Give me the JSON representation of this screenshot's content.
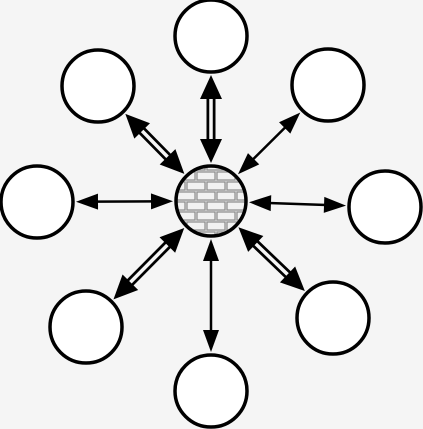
{
  "diagram": {
    "hub": {
      "pattern": "brick-wall",
      "fill": "#e6e6e6",
      "brick_line": "#8c8c8c"
    },
    "colors": {
      "background": "#f5f5f5",
      "stroke": "#000000",
      "node_fill": "#ffffff"
    },
    "nodes": [
      {
        "id": "node-top",
        "link": "double-line",
        "arrows": "both"
      },
      {
        "id": "node-top-right",
        "link": "single-line",
        "arrows": "both"
      },
      {
        "id": "node-right",
        "link": "single-line",
        "arrows": "both"
      },
      {
        "id": "node-bottom-right",
        "link": "double-line",
        "arrows": "both"
      },
      {
        "id": "node-bottom",
        "link": "single-line",
        "arrows": "both"
      },
      {
        "id": "node-bottom-left",
        "link": "double-line",
        "arrows": "both"
      },
      {
        "id": "node-left",
        "link": "single-line",
        "arrows": "both"
      },
      {
        "id": "node-top-left",
        "link": "double-line",
        "arrows": "both"
      }
    ]
  }
}
